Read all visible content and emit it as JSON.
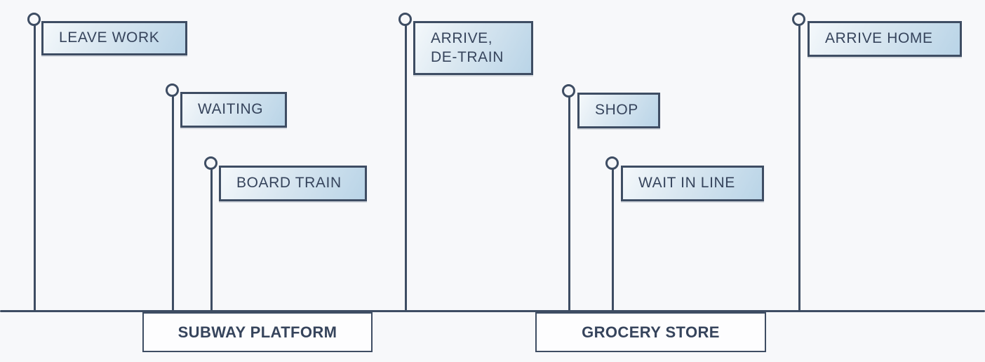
{
  "diagram": {
    "type": "timeline",
    "colors": {
      "background": "#f7f8fa",
      "ink": "#3e4d63",
      "text": "#36445c",
      "flag_gradient_start": "#f4f8fb",
      "flag_gradient_end": "#b9d4e7",
      "location_box_fill": "#fdfdfe"
    },
    "events": [
      {
        "label": "LEAVE WORK"
      },
      {
        "label": "WAITING"
      },
      {
        "label": "BOARD TRAIN"
      },
      {
        "label": "ARRIVE,\nDE-TRAIN"
      },
      {
        "label": "SHOP"
      },
      {
        "label": "WAIT IN LINE"
      },
      {
        "label": "ARRIVE HOME"
      }
    ],
    "locations": [
      {
        "label": "SUBWAY PLATFORM"
      },
      {
        "label": "GROCERY STORE"
      }
    ]
  }
}
